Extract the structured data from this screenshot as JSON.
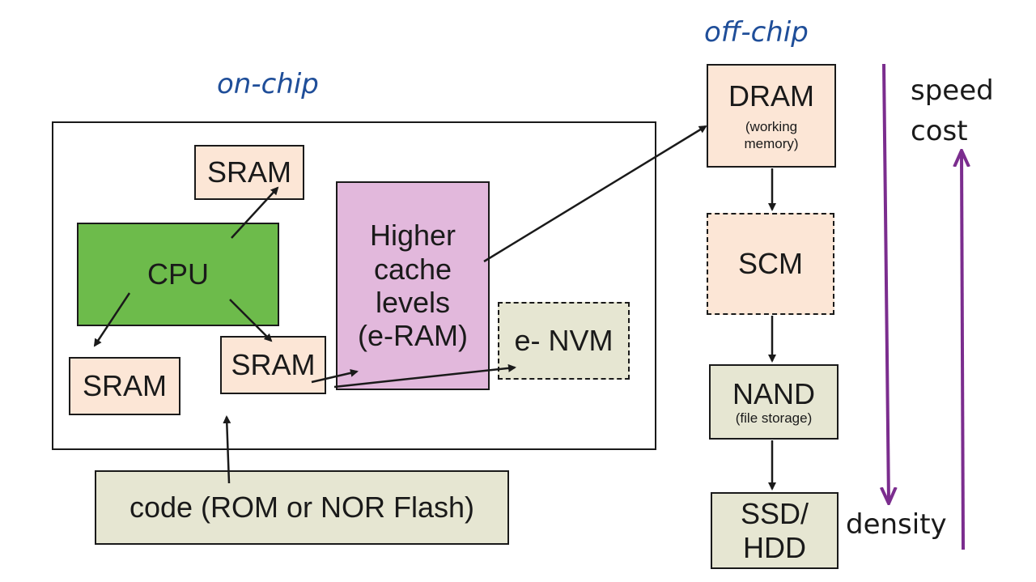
{
  "labels": {
    "on_chip": "on-chip",
    "off_chip": "off-chip",
    "speed": "speed",
    "cost": "cost",
    "density": "density"
  },
  "on_chip_boxes": {
    "sram_top": "SRAM",
    "cpu": "CPU",
    "sram_left": "SRAM",
    "sram_mid": "SRAM",
    "higher_cache": [
      "Higher",
      "cache",
      "levels",
      "(e-RAM)"
    ],
    "envm": "e- NVM"
  },
  "code_box": "code (ROM or NOR Flash)",
  "off_chip_boxes": {
    "dram": {
      "title": "DRAM",
      "sub": [
        "(working",
        "memory)"
      ]
    },
    "scm": "SCM",
    "nand": {
      "title": "NAND",
      "sub": "(file storage)"
    },
    "ssd_hdd": [
      "SSD/",
      "HDD"
    ]
  },
  "colors": {
    "peach": "#fce6d6",
    "olive": "#e6e6d2",
    "cpu_green": "#6dbb4b",
    "cache_pink": "#e2b8dc",
    "label_blue": "#1f4e99",
    "arrow_purple": "#7b2d8e"
  }
}
